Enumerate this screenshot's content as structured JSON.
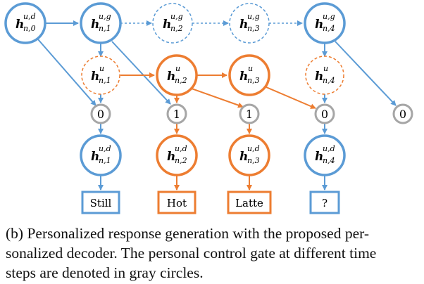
{
  "colors": {
    "blue": "#5b9bd5",
    "orange": "#ed7d31",
    "gray": "#a6a6a6",
    "text": "#111111"
  },
  "nodes": {
    "top_0": {
      "base": "h",
      "sup": "u,d",
      "sub": "n,0"
    },
    "top_1": {
      "base": "h",
      "sup": "u,g",
      "sub": "n,1"
    },
    "top_2": {
      "base": "h",
      "sup": "u,g",
      "sub": "n,2"
    },
    "top_3": {
      "base": "h",
      "sup": "u,g",
      "sub": "n,3"
    },
    "top_4": {
      "base": "h",
      "sup": "u,g",
      "sub": "n,4"
    },
    "mid_1": {
      "base": "h",
      "sup": "u",
      "sub": "n,1"
    },
    "mid_2": {
      "base": "h",
      "sup": "u",
      "sub": "n,2"
    },
    "mid_3": {
      "base": "h",
      "sup": "u",
      "sub": "n,3"
    },
    "mid_4": {
      "base": "h",
      "sup": "u",
      "sub": "n,4"
    },
    "dec_1": {
      "base": "h",
      "sup": "u,d",
      "sub": "n,1"
    },
    "dec_2": {
      "base": "h",
      "sup": "u,d",
      "sub": "n,2"
    },
    "dec_3": {
      "base": "h",
      "sup": "u,d",
      "sub": "n,3"
    },
    "dec_4": {
      "base": "h",
      "sup": "u,d",
      "sub": "n,4"
    }
  },
  "gates": [
    "0",
    "1",
    "1",
    "0",
    "0"
  ],
  "outputs": [
    "Still",
    "Hot",
    "Latte",
    "?"
  ],
  "caption": {
    "line1": "(b)  Personalized response generation with the proposed per-",
    "line2": "sonalized decoder.  The personal control gate at different time",
    "line3": "steps are denoted in gray circles."
  }
}
